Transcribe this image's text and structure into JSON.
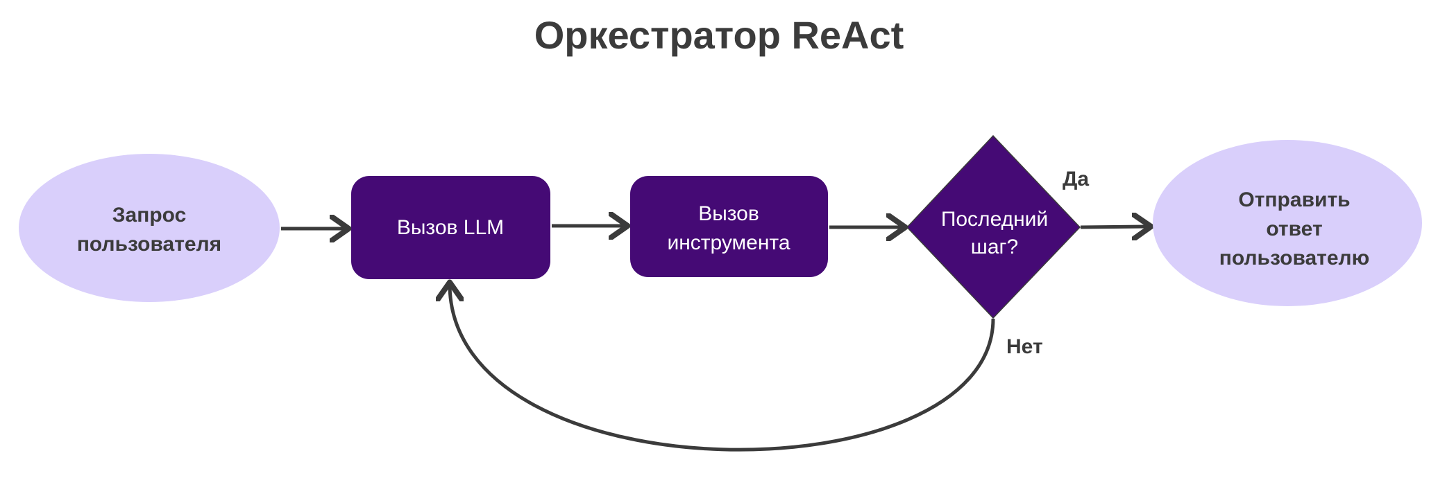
{
  "title": "Оркестратор ReAct",
  "colors": {
    "ellipse": "#d9cffb",
    "box": "#450a75",
    "arrow": "#3b3b3b",
    "dark_text": "#3b3b3b"
  },
  "nodes": {
    "request": {
      "line1": "Запрос",
      "line2": "пользователя"
    },
    "llm": {
      "line1": "Вызов LLM"
    },
    "tool": {
      "line1": "Вызов",
      "line2": "инструмента"
    },
    "decision": {
      "line1": "Последний",
      "line2": "шаг?"
    },
    "reply": {
      "line1": "Отправить",
      "line2": "ответ",
      "line3": "пользователю"
    }
  },
  "edges": {
    "yes_label": "Да",
    "no_label": "Нет"
  }
}
